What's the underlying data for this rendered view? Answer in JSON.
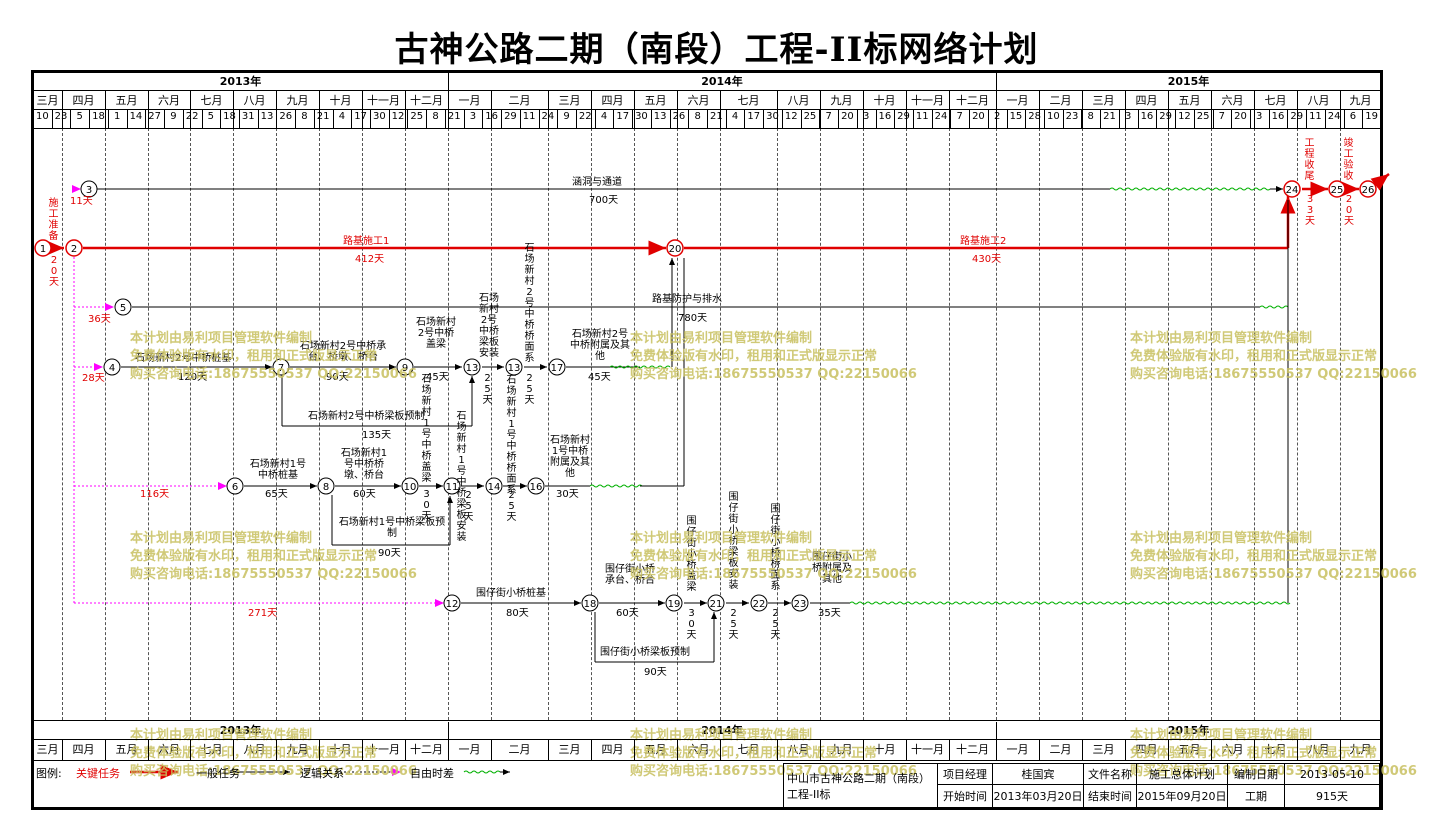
{
  "title": "古神公路二期（南段）工程-II标网络计划",
  "timeline": {
    "years": [
      "2013年",
      "2014年",
      "2015年"
    ],
    "months": [
      "三月",
      "四月",
      "五月",
      "六月",
      "七月",
      "八月",
      "九月",
      "十月",
      "十一月",
      "十二月",
      "一月",
      "二月",
      "三月",
      "四月",
      "五月",
      "六月",
      "七月",
      "八月",
      "九月",
      "十月",
      "十一月",
      "十二月",
      "一月",
      "二月",
      "三月",
      "四月",
      "五月",
      "六月",
      "七月",
      "八月",
      "九月"
    ],
    "days": [
      "10",
      "23",
      "5",
      "18",
      "1",
      "14",
      "27",
      "9",
      "22",
      "5",
      "18",
      "31",
      "13",
      "26",
      "8",
      "21",
      "4",
      "17",
      "30",
      "12",
      "25",
      "8",
      "21",
      "3",
      "16",
      "29",
      "11",
      "24",
      "9",
      "22",
      "4",
      "17",
      "30",
      "13",
      "26",
      "8",
      "21",
      "4",
      "17",
      "30",
      "12",
      "25",
      "7",
      "20",
      "3",
      "16",
      "29",
      "11",
      "24",
      "7",
      "20",
      "2",
      "15",
      "28",
      "10",
      "23",
      "8",
      "21",
      "3",
      "16",
      "29",
      "12",
      "25",
      "7",
      "20",
      "3",
      "16",
      "29",
      "11",
      "24",
      "6",
      "19"
    ]
  },
  "nodes": [
    "1",
    "2",
    "3",
    "4",
    "5",
    "6",
    "7",
    "8",
    "9",
    "10",
    "11",
    "13",
    "13",
    "14",
    "16",
    "17",
    "12",
    "18",
    "19",
    "21",
    "22",
    "23",
    "20",
    "24",
    "25",
    "26"
  ],
  "tasks": {
    "t_culvert": "涵洞与通道",
    "d_culvert": "700天",
    "t_road1": "路基施工1",
    "d_road1": "412天",
    "t_road2": "路基施工2",
    "d_road2": "430天",
    "t_protect": "路基防护与排水",
    "d_protect": "780天",
    "t_prep": "施工准备",
    "d_prep": "20天",
    "f_3": "11天",
    "f_5": "36天",
    "f_4": "28天",
    "f_6": "116天",
    "f_12": "271天",
    "t_2pile": "石场新村2号中桥桩基",
    "d_2pile": "120天",
    "t_2cap": "石场新村2号中桥承台、桥墩、桥台",
    "d_2cap": "90天",
    "t_2beam": "石场新村2号中桥梁板预制",
    "d_2beam": "135天",
    "t_2cover": "石场新村2号中桥盖梁",
    "d_2cover": "45天",
    "t_2install": "石场新村2号中桥梁板安装",
    "d_2install": "25天",
    "t_2deck": "石场新村2号中桥桥面系",
    "d_2deck": "25天",
    "t_2attach": "石场新村2号中桥附属及其他",
    "d_2attach": "45天",
    "t_1pile": "石场新村1号中桥桩基",
    "d_1pile": "65天",
    "t_1cap": "石场新村1号中桥桥墩、桥台",
    "d_1cap": "60天",
    "t_1cover": "石场新村1号中桥盖梁",
    "d_1cover": "30天",
    "t_1beam": "石场新村1号中桥梁板预制",
    "d_1beam": "90天",
    "t_1install": "石场新村1号中桥梁板安装",
    "d_1install": "25天",
    "t_1deck": "石场新村1号中桥桥面系",
    "d_1deck": "25天",
    "t_1attach": "石场新村1号中桥附属及其他",
    "d_1attach": "30天",
    "t_gpile": "围仔街小桥桩基",
    "d_gpile": "80天",
    "t_gcap": "围仔街小桥承台、桥台",
    "d_gcap": "60天",
    "t_gcover": "围仔街小桥盖梁",
    "d_gcover": "30天",
    "t_gbeam": "围仔街小桥梁板预制",
    "d_gbeam": "90天",
    "t_ginstall": "围仔街小桥梁板安装",
    "d_ginstall": "25天",
    "t_gdeck": "围仔街小桥桥面系",
    "d_gdeck": "25天",
    "t_gattach": "围仔街小桥附属及其他",
    "d_gattach": "35天",
    "t_accept": "工程收尾",
    "d_accept": "33天",
    "t_final": "竣工验收",
    "d_final": "20天"
  },
  "watermark": [
    "本计划由易利项目管理软件编制",
    "免费体验版有水印，租用和正式版显示正常",
    "购买咨询电话:18675550537 QQ:22150066"
  ],
  "legend": {
    "label": "图例:",
    "critical": "关键任务",
    "normal": "一般任务",
    "logic": "逻辑关系",
    "float": "自由时差"
  },
  "footer": {
    "project": "中山市古神公路二期（南段）工程-II标",
    "manager_label": "项目经理",
    "manager": "桂国宾",
    "file_label": "文件名称",
    "file": "施工总体计划",
    "date_label": "编制日期",
    "date": "2013-05-10",
    "start_label": "开始时间",
    "start": "2013年03月20日",
    "end_label": "结束时间",
    "end": "2015年09月20日",
    "dur_label": "工期",
    "dur": "915天"
  },
  "colors": {
    "critical": "#e00000",
    "float": "#00b000",
    "dummy": "#ff00ff"
  }
}
